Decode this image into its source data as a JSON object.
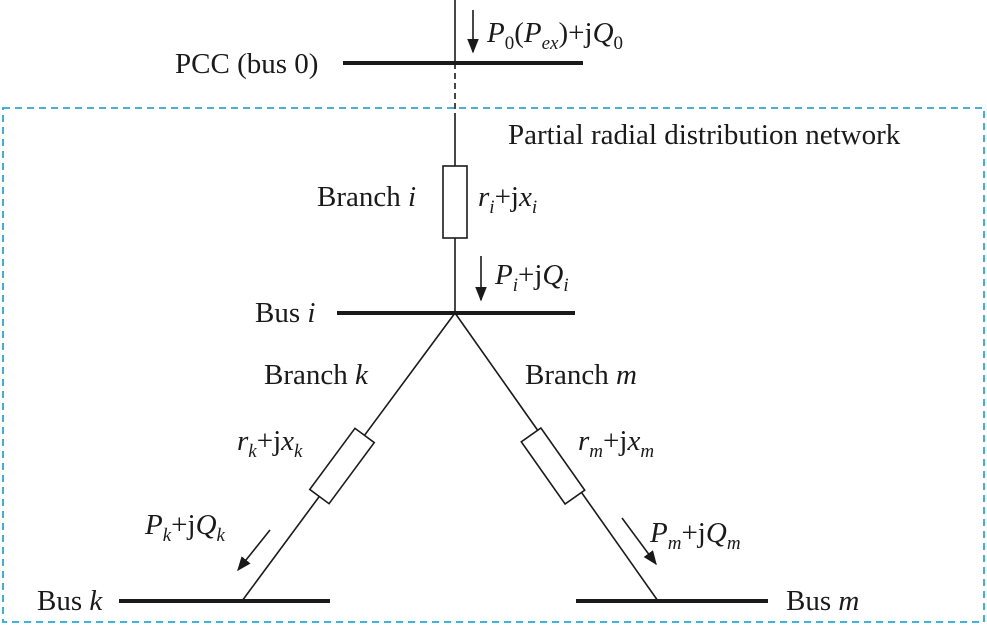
{
  "colors": {
    "frame": "#29a8d8",
    "ink": "#1a1a1a"
  },
  "network_label": "Partial radial distribution network",
  "pcc": {
    "name": "PCC (bus 0)",
    "flow": {
      "P": "P",
      "P_sub": "0",
      "paren_open": "(",
      "Pex": "P",
      "Pex_sub": "ex",
      "paren_close": ")",
      "plus": "+j",
      "Q": "Q",
      "Q_sub": "0"
    }
  },
  "branch_i": {
    "label": "Branch ",
    "label_var": "i",
    "impedance": {
      "r": "r",
      "r_sub": "i",
      "plus": "+j",
      "x": "x",
      "x_sub": "i"
    }
  },
  "bus_i": {
    "label": "Bus ",
    "label_var": "i",
    "flow": {
      "P": "P",
      "P_sub": "i",
      "plus": "+j",
      "Q": "Q",
      "Q_sub": "i"
    }
  },
  "branch_k": {
    "label": "Branch ",
    "label_var": "k",
    "impedance": {
      "r": "r",
      "r_sub": "k",
      "plus": "+j",
      "x": "x",
      "x_sub": "k"
    },
    "flow": {
      "P": "P",
      "P_sub": "k",
      "plus": "+j",
      "Q": "Q",
      "Q_sub": "k"
    }
  },
  "branch_m": {
    "label": "Branch ",
    "label_var": "m",
    "impedance": {
      "r": "r",
      "r_sub": "m",
      "plus": "+j",
      "x": "x",
      "x_sub": "m"
    },
    "flow": {
      "P": "P",
      "P_sub": "m",
      "plus": "+j",
      "Q": "Q",
      "Q_sub": "m"
    }
  },
  "bus_k": {
    "label": "Bus ",
    "label_var": "k"
  },
  "bus_m": {
    "label": "Bus ",
    "label_var": "m"
  }
}
